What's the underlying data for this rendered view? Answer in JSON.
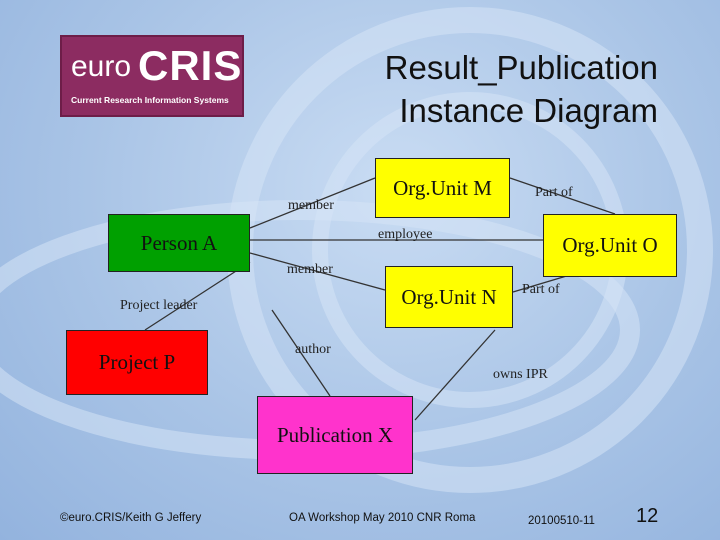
{
  "logo": {
    "text_euro": "euro",
    "text_cris": "CRIS",
    "tagline": "Current Research Information Systems"
  },
  "title": {
    "line1": "Result_Publication",
    "line2": "Instance Diagram"
  },
  "diagram": {
    "nodes": {
      "org_unit_m": "Org.Unit M",
      "org_unit_o": "Org.Unit O",
      "org_unit_n": "Org.Unit N",
      "person_a": "Person A",
      "project_p": "Project P",
      "publication_x": "Publication X"
    },
    "edges": {
      "member_m": "member",
      "employee": "employee",
      "member_n": "member",
      "part_of_m": "Part of",
      "part_of_n": "Part of",
      "project_leader": "Project leader",
      "author": "author",
      "owns_ipr": "owns IPR"
    },
    "colors": {
      "org_unit": "#ffff00",
      "person": "#00a000",
      "project": "#ff0000",
      "publication": "#ff33cc",
      "logo": "#8c2c61"
    }
  },
  "footer": {
    "copyright": "©euro.CRIS/Keith G Jeffery",
    "event": "OA Workshop May 2010 CNR Roma",
    "code": "20100510-11",
    "page": "12"
  }
}
